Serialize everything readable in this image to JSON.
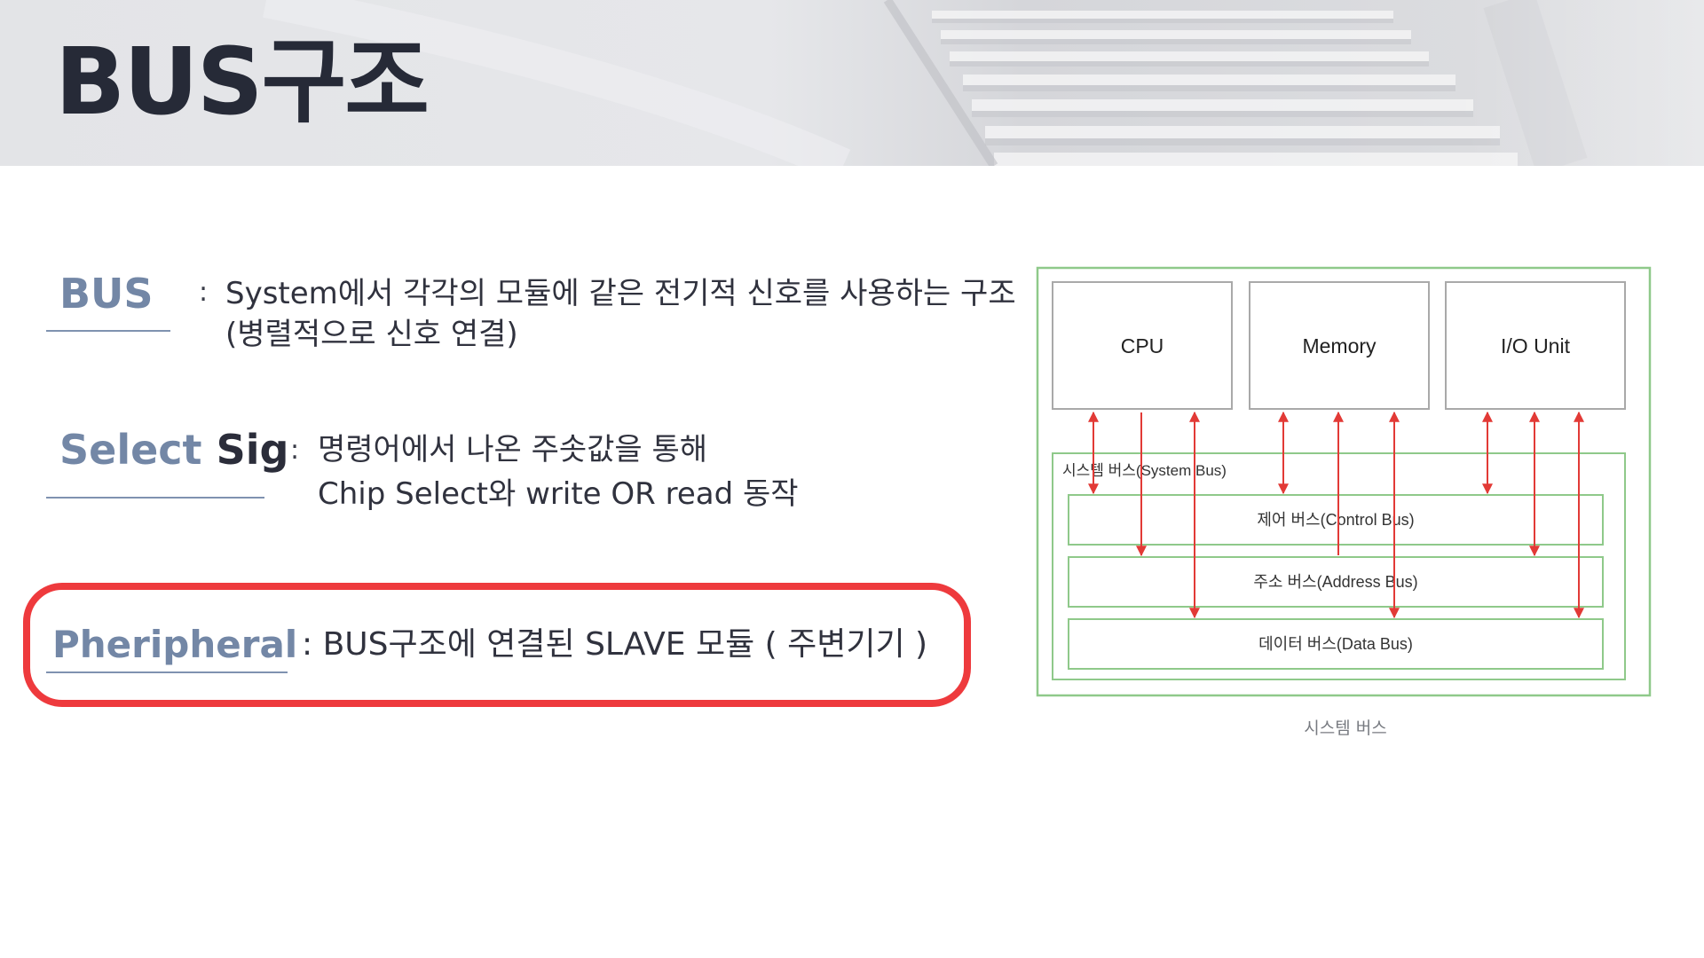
{
  "title": "BUS구조",
  "rows": [
    {
      "term": "BUS",
      "colon": ":",
      "desc_lines": [
        "System에서 각각의 모듈에 같은 전기적 신호를 사용하는 구조",
        "(병렬적으로 신호 연결)"
      ]
    },
    {
      "term_part1": "Select ",
      "term_part2": "Sig",
      "colon": ":",
      "desc_lines": [
        "명령어에서 나온 주솟값을 통해",
        "Chip Select와 write OR read 동작"
      ]
    },
    {
      "term": "Pheripheral",
      "desc": ": BUS구조에 연결된 SLAVE 모듈 ( 주변기기 )"
    }
  ],
  "diagram": {
    "units": [
      "CPU",
      "Memory",
      "I/O Unit"
    ],
    "system_bus_label": "시스템 버스(System Bus)",
    "buses": [
      "제어 버스(Control Bus)",
      "주소 버스(Address Bus)",
      "데이터 버스(Data Bus)"
    ],
    "caption": "시스템 버스",
    "colors": {
      "frame": "#8fc98a",
      "box": "#a9a9a9",
      "arrow": "#e23a36"
    }
  }
}
